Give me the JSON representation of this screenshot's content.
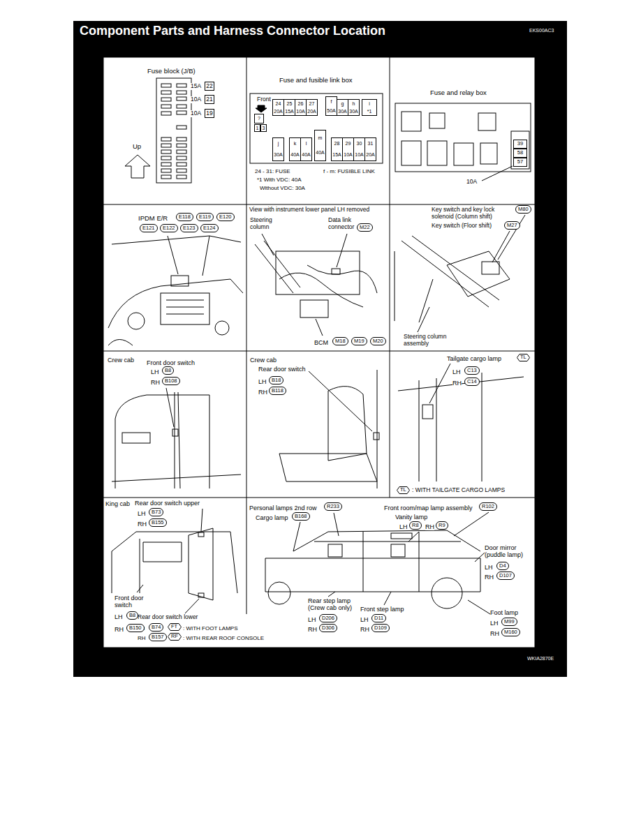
{
  "diagram": {
    "title": "Component Parts and Harness Connector Location",
    "nodes": [
      {
        "text": [
          "22"
        ]
      },
      {
        "text": [
          "21"
        ]
      },
      {
        "text": [
          "19"
        ]
      },
      {
        "text": [
          "24",
          "20A"
        ]
      },
      {
        "text": [
          "25",
          "15A"
        ]
      },
      {
        "text": [
          "26",
          "10A"
        ]
      },
      {
        "text": [
          "27",
          "20A"
        ]
      },
      {
        "text": [
          "f",
          "50A"
        ]
      },
      {
        "text": [
          "g",
          "30A"
        ]
      },
      {
        "text": [
          "h",
          "30A"
        ]
      },
      {
        "text": [
          "i",
          "*1"
        ]
      },
      {
        "text": [
          "?"
        ]
      },
      {
        "text": [
          "1"
        ]
      },
      {
        "text": [
          "3"
        ]
      },
      {
        "text": [
          "j",
          "30A"
        ]
      },
      {
        "text": [
          "k",
          "40A"
        ]
      },
      {
        "text": [
          "l",
          "40A"
        ]
      },
      {
        "text": [
          "m",
          "40A"
        ]
      },
      {
        "text": [
          "28",
          "15A"
        ]
      },
      {
        "text": [
          "29",
          "10A"
        ]
      },
      {
        "text": [
          "30",
          "10A"
        ]
      },
      {
        "text": [
          "31",
          "20A"
        ]
      },
      {
        "text": [
          "39"
        ]
      },
      {
        "text": [
          "58"
        ]
      },
      {
        "text": [
          "57"
        ]
      },
      {
        "text": [
          "E118"
        ]
      },
      {
        "text": [
          "E119"
        ]
      },
      {
        "text": [
          "E120"
        ]
      },
      {
        "text": [
          "E121"
        ]
      },
      {
        "text": [
          "E122"
        ]
      },
      {
        "text": [
          "E123"
        ]
      },
      {
        "text": [
          "E124"
        ]
      },
      {
        "text": [
          "M22"
        ]
      },
      {
        "text": [
          "M18"
        ]
      },
      {
        "text": [
          "M19"
        ]
      },
      {
        "text": [
          "M20"
        ]
      },
      {
        "text": [
          "M80"
        ]
      },
      {
        "text": [
          "M27"
        ]
      },
      {
        "text": [
          "B8"
        ]
      },
      {
        "text": [
          "B108"
        ]
      },
      {
        "text": [
          "B18"
        ]
      },
      {
        "text": [
          "B118"
        ]
      },
      {
        "text": [
          "TL"
        ]
      },
      {
        "text": [
          "C13"
        ]
      },
      {
        "text": [
          "C14"
        ]
      },
      {
        "text": [
          "TL"
        ]
      },
      {
        "text": [
          "B73"
        ]
      },
      {
        "text": [
          "B155"
        ]
      },
      {
        "text": [
          "R233"
        ]
      },
      {
        "text": [
          "R102"
        ]
      },
      {
        "text": [
          "B168"
        ]
      },
      {
        "text": [
          "R8"
        ]
      },
      {
        "text": [
          "R9"
        ]
      },
      {
        "text": [
          "D4"
        ]
      },
      {
        "text": [
          "D107"
        ]
      },
      {
        "text": [
          "B8"
        ]
      },
      {
        "text": [
          "B150"
        ]
      },
      {
        "text": [
          "B74"
        ]
      },
      {
        "text": [
          "FT"
        ]
      },
      {
        "text": [
          "B157"
        ]
      },
      {
        "text": [
          "RF"
        ]
      },
      {
        "text": [
          "D206"
        ]
      },
      {
        "text": [
          "D306"
        ]
      },
      {
        "text": [
          "D11"
        ]
      },
      {
        "text": [
          "D109"
        ]
      },
      {
        "text": [
          "M99"
        ]
      },
      {
        "text": [
          "M160"
        ]
      }
    ],
    "labels": [
      "Fuse block (J/B)",
      "15A",
      "10A",
      "10A",
      "Up",
      "Fuse and fusible link box",
      "Front",
      "24 - 31: FUSE",
      "f - m: FUSIBLE LINK",
      "*1 With VDC: 40A",
      "Without VDC: 30A",
      "Fuse and relay box",
      "10A",
      "IPDM E/R",
      "View with instrument lower panel LH removed",
      "Steering column",
      "Data link connector",
      "BCM",
      "Key switch and key lock solenoid (Column shift)",
      "Key switch (Floor shift)",
      "Steering column assembly",
      "Crew cab",
      "Front door switch",
      "LH",
      "RH",
      "Crew cab",
      "Rear door switch",
      "LH",
      "RH",
      "Tailgate cargo lamp",
      "LH",
      "RH",
      ": WITH TAILGATE CARGO LAMPS",
      "King cab",
      "Rear door switch upper",
      "LH",
      "RH",
      "Front door switch",
      "LH",
      "Rear door switch lower",
      "RH",
      "LH",
      ": WITH FOOT LAMPS",
      "RH",
      ": WITH REAR ROOF CONSOLE",
      "Personal lamps 2nd row",
      "Cargo lamp",
      "Front room/map lamp assembly",
      "Vanity lamp",
      "LH",
      "RH",
      "Door mirror (puddle lamp)",
      "LH",
      "RH",
      "Rear step lamp (Crew cab only)",
      "LH",
      "RH",
      "Front step lamp",
      "LH",
      "RH",
      "Foot lamp",
      "LH",
      "RH",
      "EKS00AC3",
      "WKIA2870E"
    ]
  }
}
